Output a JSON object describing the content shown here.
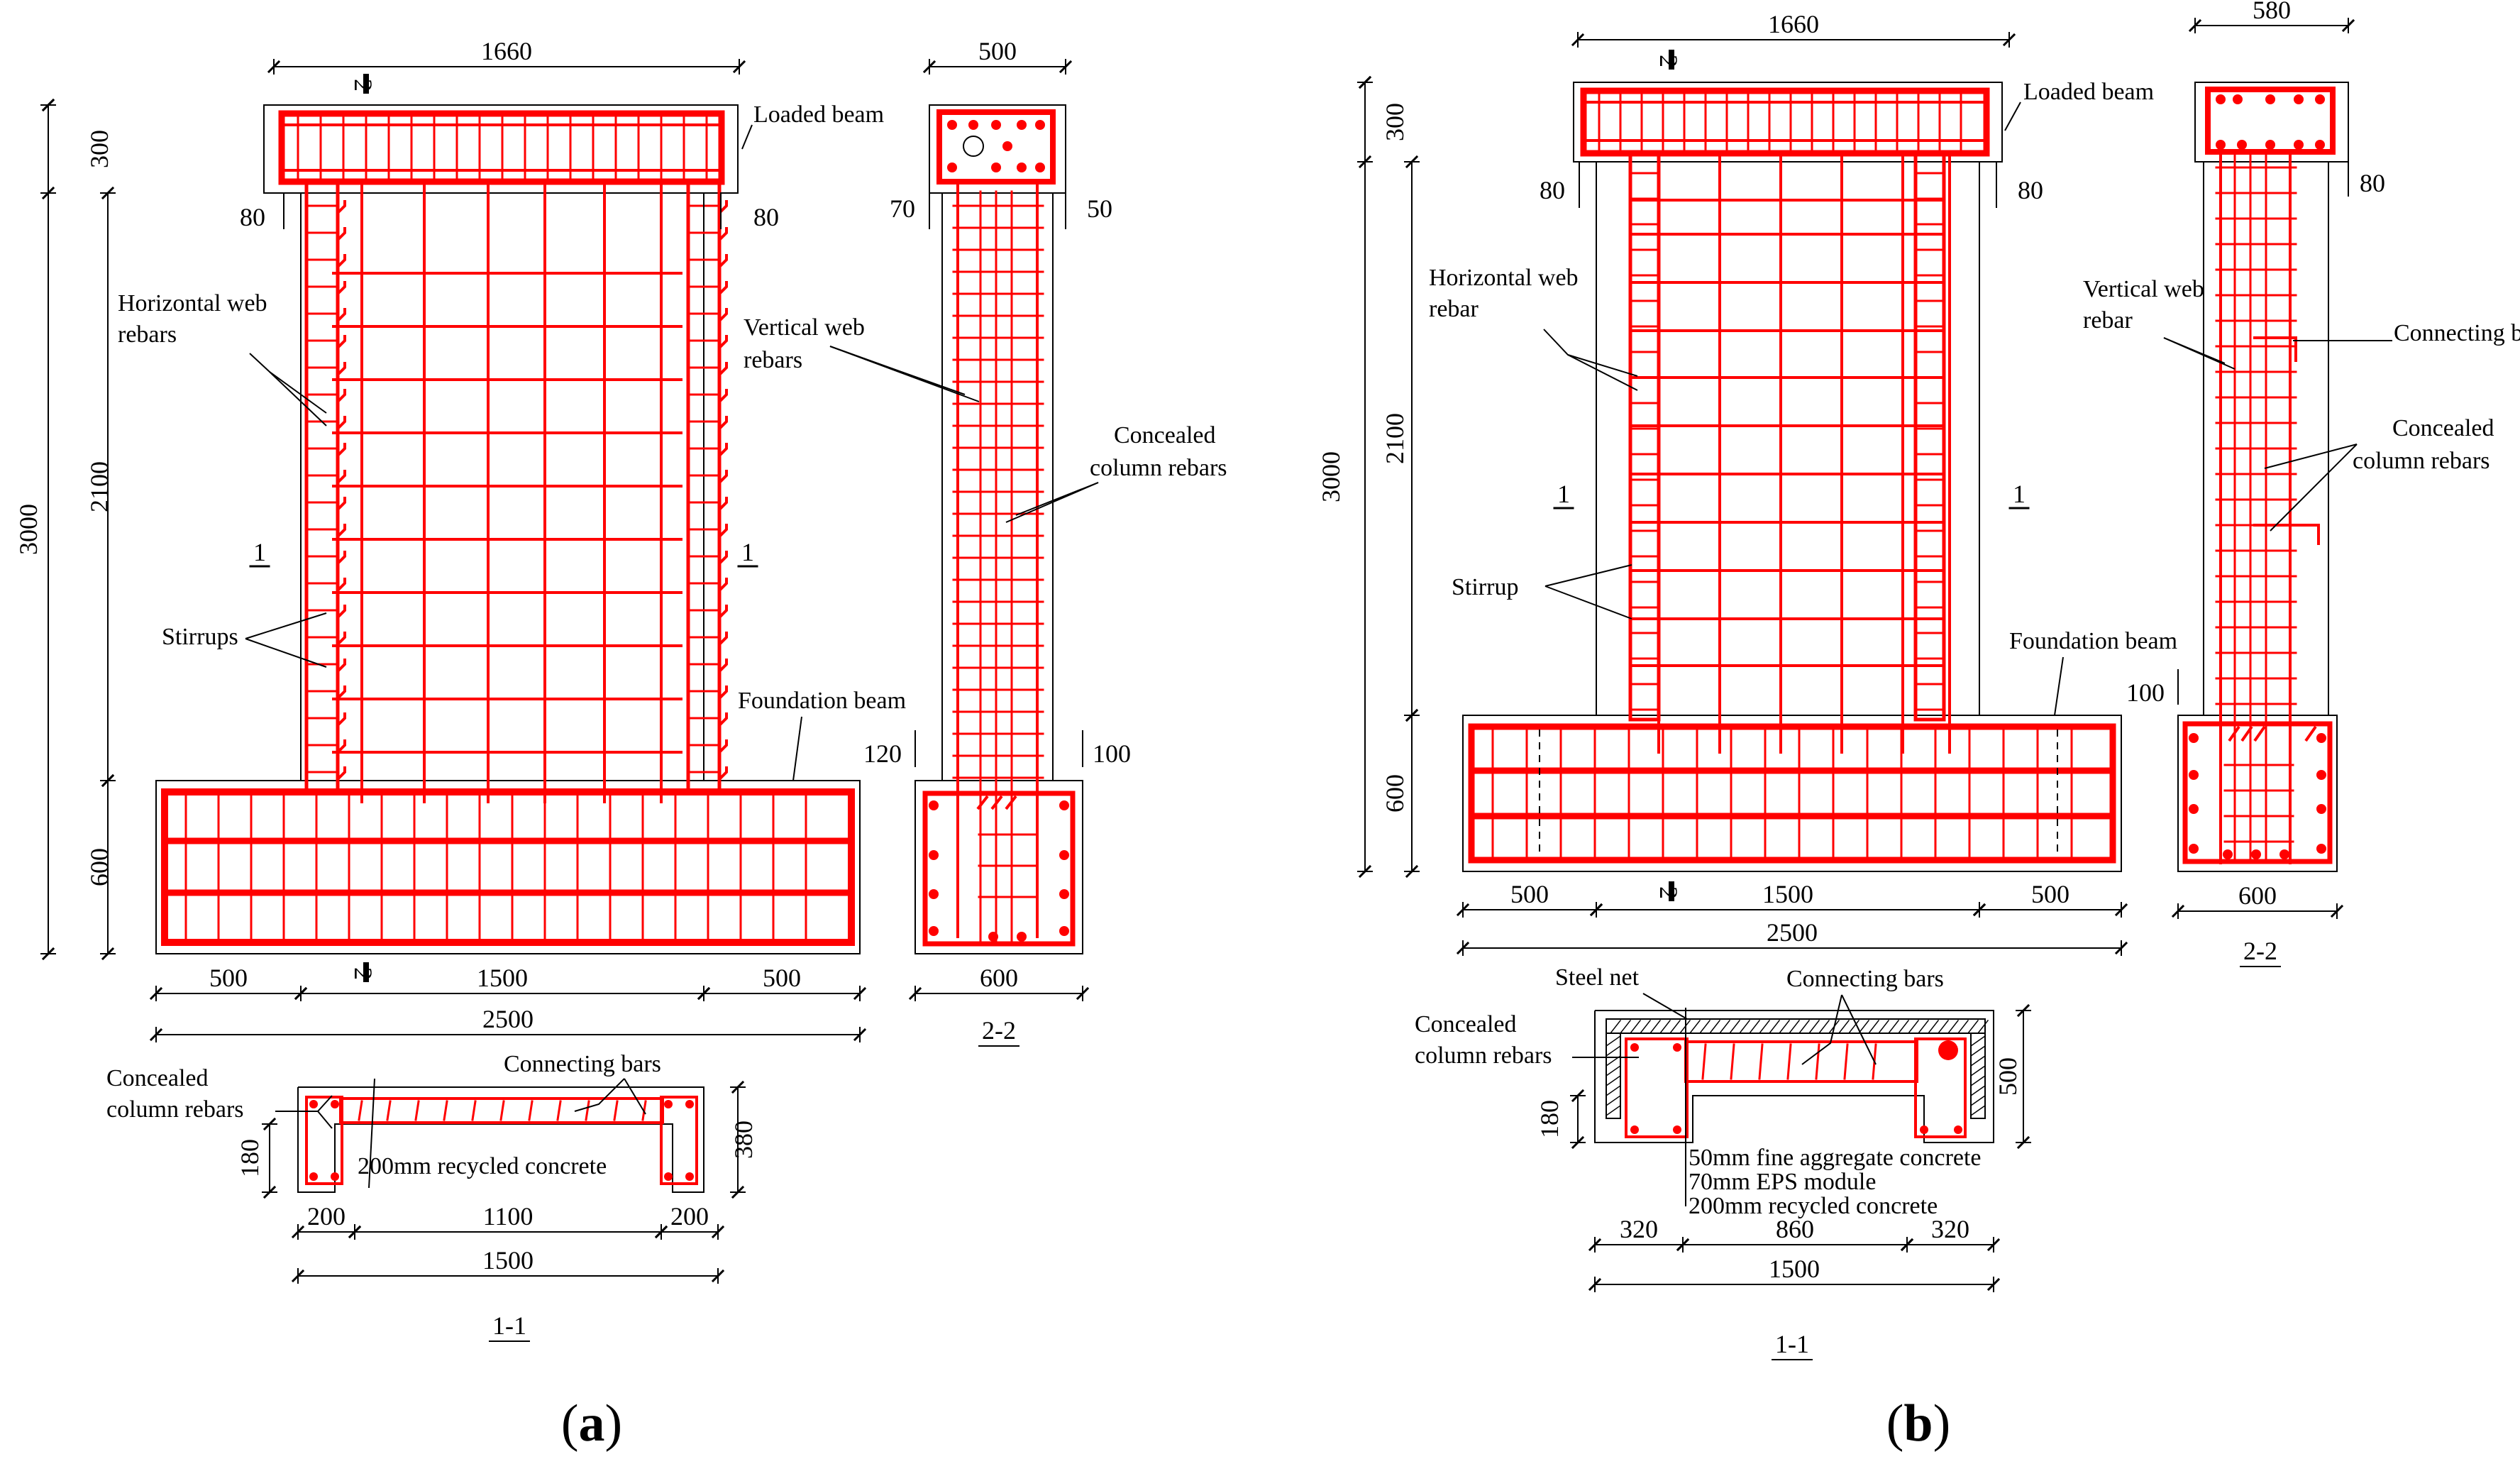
{
  "colors": {
    "rebar": "#ff0000",
    "outline": "#000000",
    "background": "#ffffff"
  },
  "a": {
    "caption": {
      "open": "(",
      "letter": "a",
      "close": ")"
    },
    "elevation": {
      "dims": {
        "beam_width": "1660",
        "beam_height": "300",
        "wall_height": "2100",
        "total_height": "3000",
        "foundation_height": "600",
        "edge_left": "80",
        "edge_right": "80",
        "foot_left": "500",
        "foot_mid": "1500",
        "foot_right": "500",
        "foot_total": "2500"
      },
      "labels": {
        "loaded_beam": "Loaded beam",
        "horizontal_web_line1": "Horizontal web",
        "horizontal_web_line2": "rebars",
        "stirrups": "Stirrups",
        "foundation_beam": "Foundation beam"
      },
      "marks": {
        "cut_1_left": "1",
        "cut_1_right": "1",
        "cut_2_top": "2",
        "cut_2_bottom": "2"
      }
    },
    "side": {
      "dims": {
        "top_width": "500",
        "cover_left": "70",
        "cover_right": "50",
        "base_left": "120",
        "base_right": "100",
        "base_width": "600"
      },
      "labels": {
        "vertical_web_line1": "Vertical web",
        "vertical_web_line2": "rebars",
        "concealed_line1": "Concealed",
        "concealed_line2": "column rebars"
      },
      "title": "2-2"
    },
    "section": {
      "dims": {
        "depth": "380",
        "flange": "180",
        "end_left": "200",
        "mid": "1100",
        "end_right": "200",
        "total": "1500"
      },
      "labels": {
        "concealed_line1": "Concealed",
        "concealed_line2": "column rebars",
        "connecting": "Connecting bars",
        "concrete": "200mm recycled concrete"
      },
      "title": "1-1"
    }
  },
  "b": {
    "caption": {
      "open": "(",
      "letter": "b",
      "close": ")"
    },
    "elevation": {
      "dims": {
        "beam_width": "1660",
        "beam_height": "300",
        "wall_height": "2100",
        "total_height": "3000",
        "foundation_height": "600",
        "edge_left": "80",
        "edge_right": "80",
        "foot_left": "500",
        "foot_mid": "1500",
        "foot_right": "500",
        "foot_total": "2500"
      },
      "labels": {
        "loaded_beam": "Loaded beam",
        "horizontal_web_line1": "Horizontal web",
        "horizontal_web_line2": "rebar",
        "stirrup": "Stirrup",
        "foundation_beam": "Foundation beam"
      },
      "marks": {
        "cut_1_left": "1",
        "cut_1_right": "1",
        "cut_2_top": "2",
        "cut_2_bottom": "2"
      }
    },
    "side": {
      "dims": {
        "top_width": "580",
        "cover_right": "80",
        "base_left": "100",
        "base_width": "600"
      },
      "labels": {
        "vertical_web_line1": "Vertical web",
        "vertical_web_line2": "rebar",
        "connecting_bar": "Connecting bar",
        "concealed_line1": "Concealed",
        "concealed_line2": "column rebars"
      },
      "title": "2-2"
    },
    "section": {
      "dims": {
        "depth": "500",
        "flange": "180",
        "end_left": "320",
        "mid": "860",
        "end_right": "320",
        "total": "1500"
      },
      "labels": {
        "steel_net": "Steel net",
        "connecting": "Connecting bars",
        "concealed_line1": "Concealed",
        "concealed_line2": "column rebars",
        "layer1": "50mm fine aggregate concrete",
        "layer2": "70mm EPS module",
        "layer3": "200mm recycled concrete"
      },
      "title": "1-1"
    }
  }
}
